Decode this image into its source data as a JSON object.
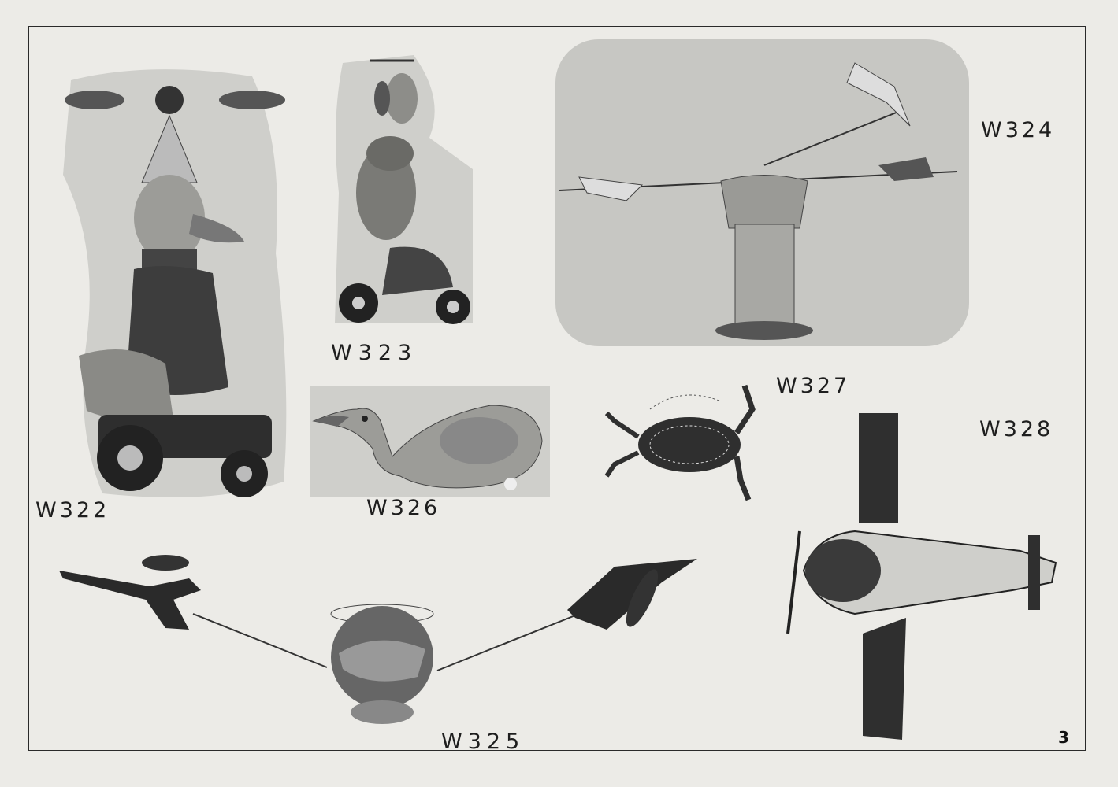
{
  "catalog": {
    "items": [
      {
        "code": "W322"
      },
      {
        "code": "W323"
      },
      {
        "code": "W324"
      },
      {
        "code": "W325"
      },
      {
        "code": "W326"
      },
      {
        "code": "W327"
      },
      {
        "code": "W328"
      }
    ],
    "page_number": "3"
  },
  "colors": {
    "paper": "#ecebe7",
    "photo_gray": "#cfcfcb",
    "ink": "#1e1e1e"
  }
}
